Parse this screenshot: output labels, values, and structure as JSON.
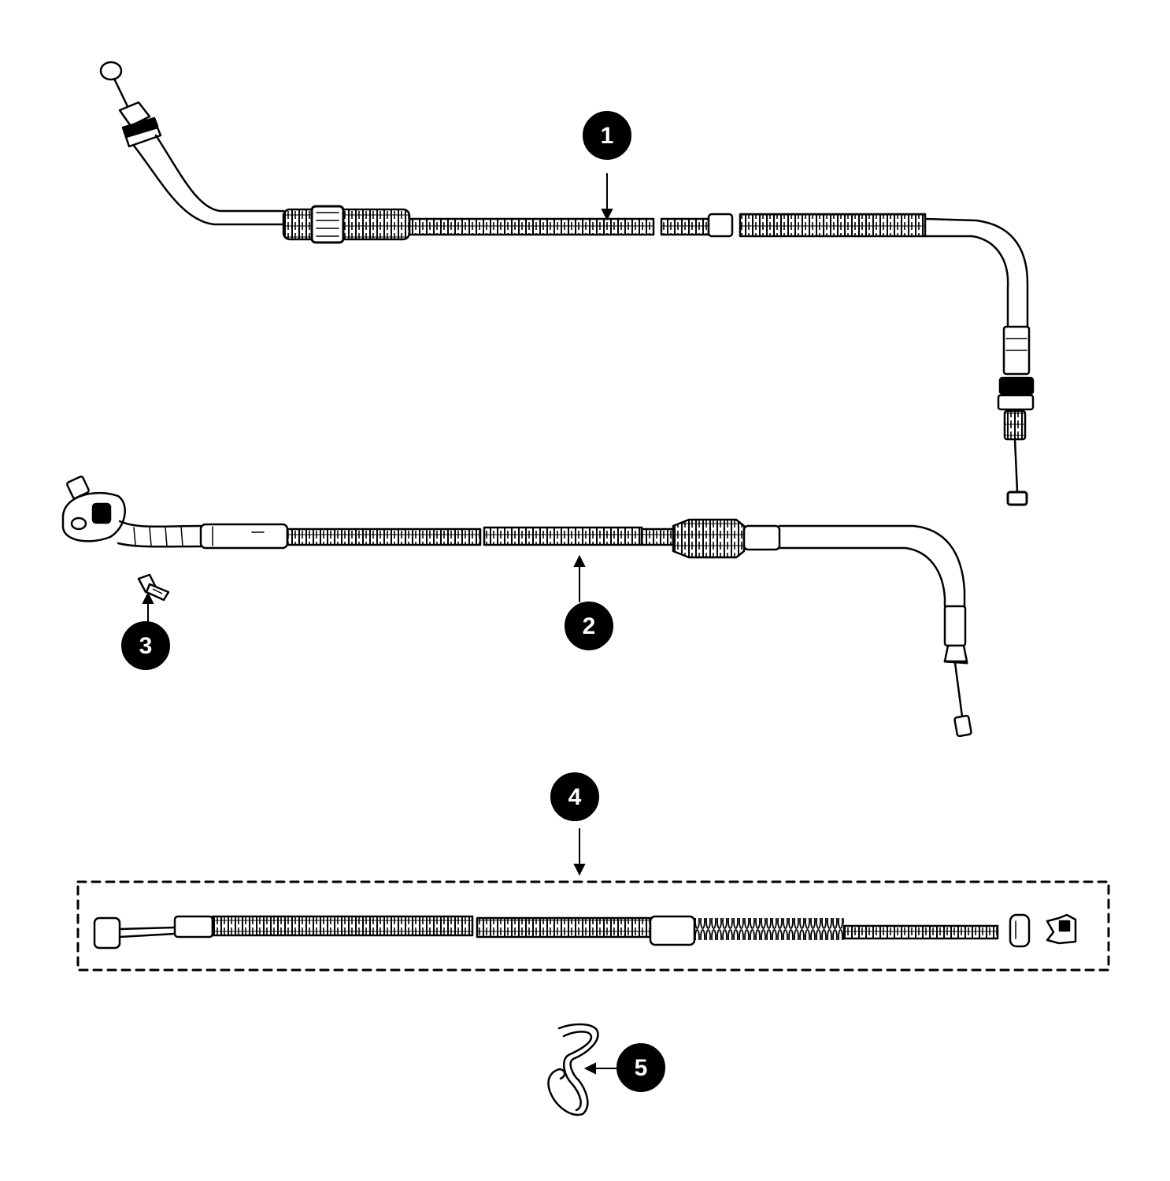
{
  "diagram": {
    "callouts": [
      {
        "label": "1",
        "part": "throttle-cable-upper"
      },
      {
        "label": "2",
        "part": "throttle-cable-lower"
      },
      {
        "label": "3",
        "part": "retaining-screw"
      },
      {
        "label": "4",
        "part": "cable-kit"
      },
      {
        "label": "5",
        "part": "cable-clip"
      }
    ],
    "colors": {
      "line": "#000000",
      "background": "#ffffff",
      "badge": "#000000",
      "badge_text": "#ffffff"
    }
  }
}
